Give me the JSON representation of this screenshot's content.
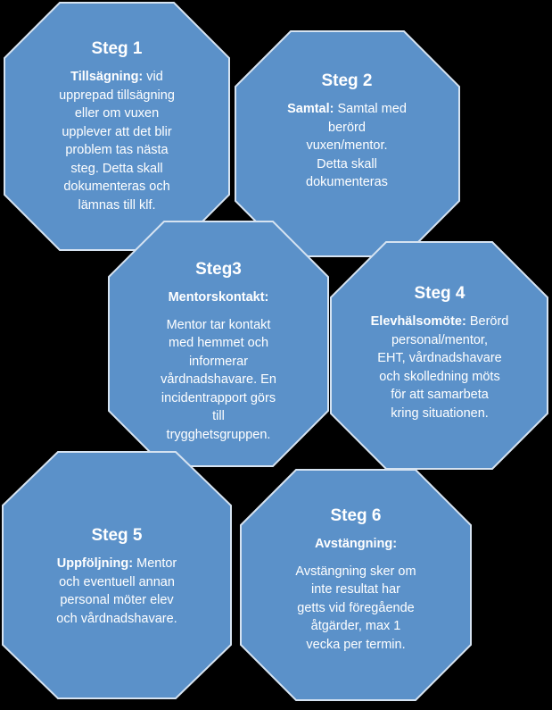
{
  "colors": {
    "hex_fill": "#5b91c9",
    "hex_stroke": "#d6e3f1",
    "background": "#000000"
  },
  "steps": [
    {
      "title": "Steg 1",
      "lead": "Tillsägning:",
      "lines": [
        "vid",
        "upprepad tillsägning",
        "eller om vuxen",
        "upplever att det blir",
        "problem tas nästa",
        "steg. Detta skall",
        "dokumenteras och",
        "lämnas till klf."
      ]
    },
    {
      "title": "Steg 2",
      "lead": "Samtal:",
      "lines": [
        "Samtal med",
        "berörd",
        "vuxen/mentor.",
        "Detta  skall",
        "dokumenteras"
      ]
    },
    {
      "title": "Steg3",
      "lead": "Mentorskontakt:",
      "lines": [
        "Mentor tar kontakt",
        "med hemmet och",
        "informerar",
        "vårdnadshavare. En",
        "incidentrapport görs",
        "till",
        "trygghetsgruppen."
      ]
    },
    {
      "title": "Steg 4",
      "lead": "Elevhälsomöte:",
      "lines": [
        "Berörd",
        "personal/mentor,",
        "EHT, vårdnadshavare",
        "och skolledning möts",
        "för att samarbeta",
        "kring situationen."
      ]
    },
    {
      "title": "Steg 5",
      "lead": "Uppföljning:",
      "lines": [
        "Mentor",
        "och eventuell annan",
        "personal möter elev",
        "och vårdnadshavare."
      ]
    },
    {
      "title": "Steg 6",
      "lead": "Avstängning:",
      "lines": [
        "Avstängning sker om",
        "inte resultat har",
        "getts  vid föregående",
        "åtgärder, max 1",
        "vecka per termin."
      ]
    }
  ]
}
